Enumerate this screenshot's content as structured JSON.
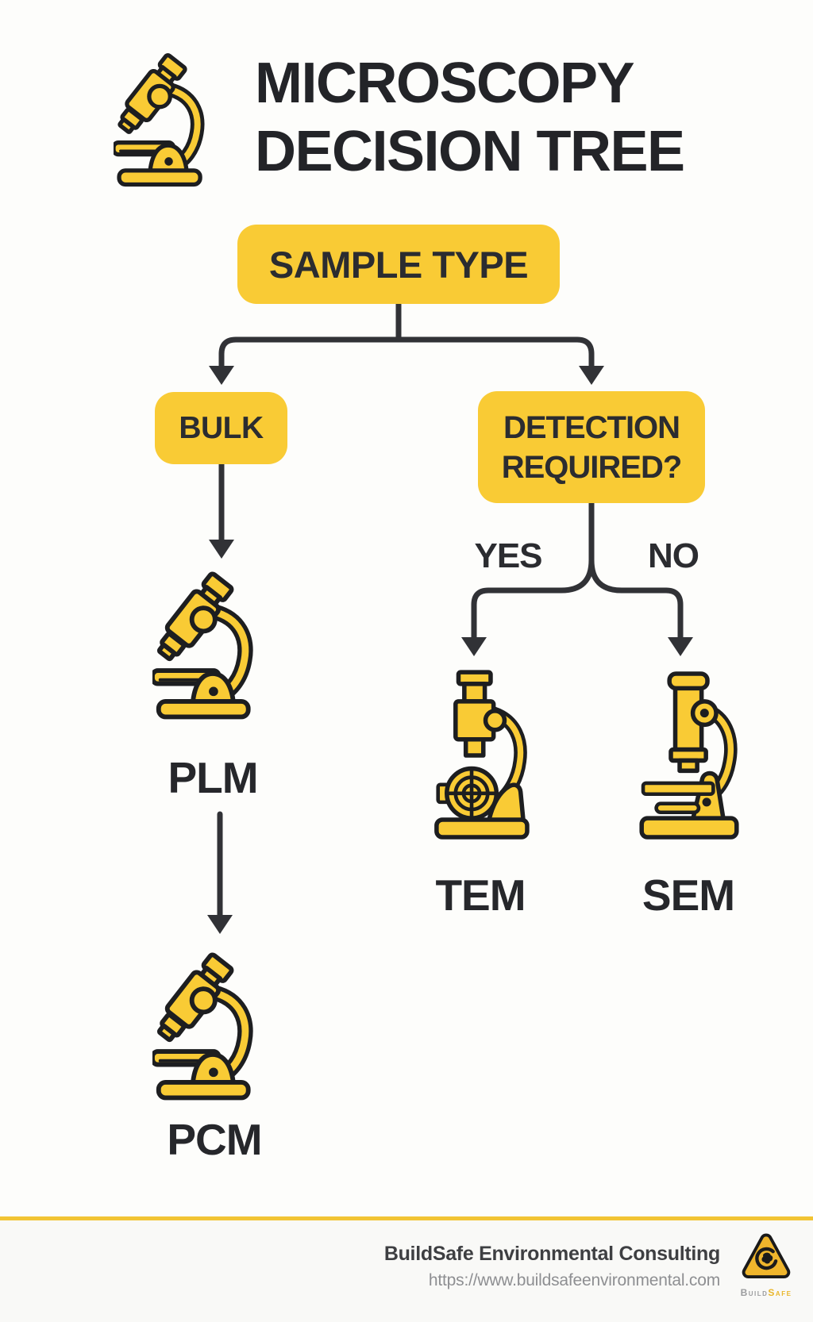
{
  "colors": {
    "background": "#fdfdfb",
    "accent_yellow": "#f9cb35",
    "line_color": "#313236",
    "text_dark": "#26272b",
    "divider_yellow": "#f2c433",
    "logo_triangle_yellow": "#efb52c",
    "footer_text_gray": "#8e8f92"
  },
  "header": {
    "title_line1": "MICROSCOPY",
    "title_line2": "DECISION TREE",
    "icon": "microscope-icon"
  },
  "tree": {
    "root_label": "SAMPLE TYPE",
    "bulk_label": "BULK",
    "detection_label": "DETECTION REQUIRED?",
    "yes_label": "YES",
    "no_label": "NO",
    "plm_label": "PLM",
    "pcm_label": "PCM",
    "tem_label": "TEM",
    "sem_label": "SEM"
  },
  "footer": {
    "company": "BuildSafe Environmental Consulting",
    "website": "https://www.buildsafeenvironmental.com",
    "logo_build": "Build",
    "logo_safe": "Safe"
  }
}
